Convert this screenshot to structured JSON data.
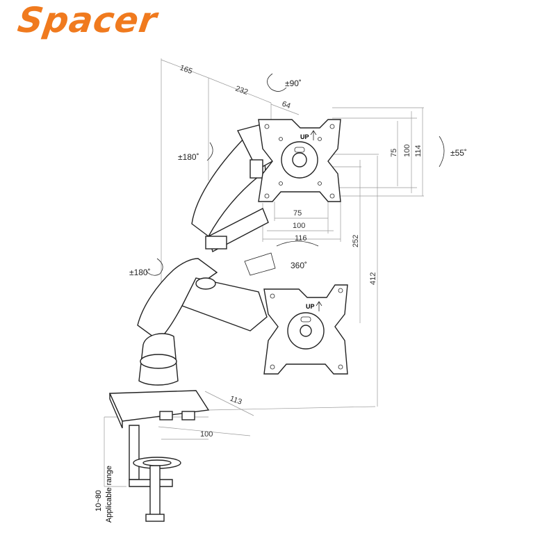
{
  "brand": {
    "name": "Spacer",
    "color": "#f07a1e"
  },
  "colors": {
    "line": "#222222",
    "dimension_line": "#999999"
  },
  "dimensions": {
    "reach_165": "165",
    "reach_232": "232",
    "offset_64": "64",
    "vesa_v_75": "75",
    "vesa_v_100": "100",
    "height_114": "114",
    "vesa_h_75": "75",
    "vesa_h_100": "100",
    "width_116": "116",
    "drop_252": "252",
    "height_412": "412",
    "base_113": "113",
    "clamp_100": "100"
  },
  "rotations": {
    "tilt_top": "±90˚",
    "tilt_side": "±55˚",
    "swivel_upper": "±180˚",
    "swivel_lower": "±180˚",
    "rotate": "360˚"
  },
  "labels": {
    "up_upper": "UP",
    "up_lower": "UP",
    "clamp_range_value": "10~80",
    "clamp_range_label": "Applicable range"
  }
}
